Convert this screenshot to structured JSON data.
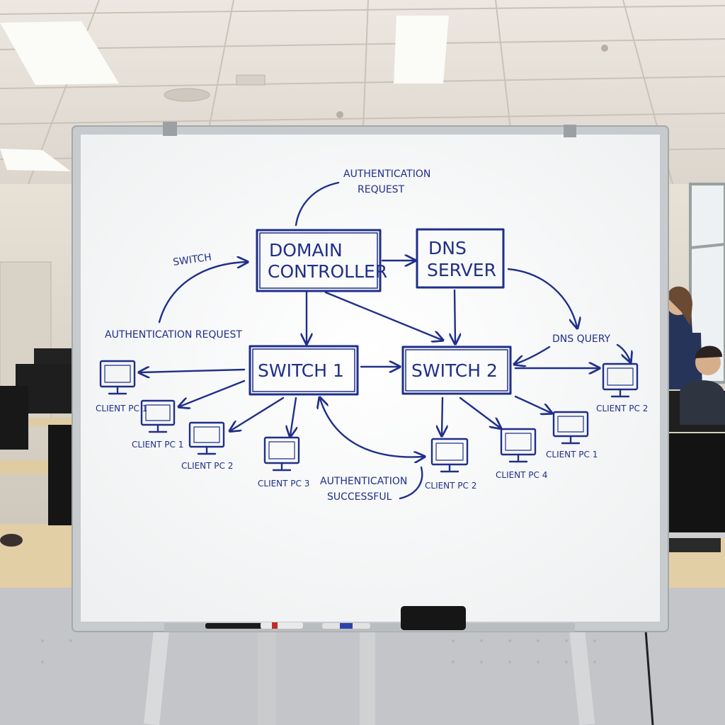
{
  "whiteboard": {
    "ink_color": "#1f2f8a",
    "nodes": {
      "domain_controller": {
        "line1": "DOMAIN",
        "line2": "CONTROLLER"
      },
      "dns_server": {
        "line1": "DNS",
        "line2": "SERVER"
      },
      "switch1": "SWITCH 1",
      "switch2": "SWITCH 2"
    },
    "labels": {
      "auth_request_top_1": "AUTHENTICATION",
      "auth_request_top_2": "REQUEST",
      "switch_left": "SWITCH",
      "auth_request_left": "AUTHENTICATION REQUEST",
      "dns_query": "DNS QUERY",
      "auth_success_1": "AUTHENTICATION",
      "auth_success_2": "SUCCESSFUL"
    },
    "clients": {
      "c_left_top": "CLIENT PC 1",
      "c_left_mid": "CLIENT PC 1",
      "c_left_pc2": "CLIENT PC 2",
      "c_pc3": "CLIENT PC 3",
      "c_pc2_mid": "CLIENT PC 2",
      "c_pc4": "CLIENT PC 4",
      "c_pc1_right": "CLIENT PC 1",
      "c_pc2_right": "CLIENT PC 2"
    }
  }
}
